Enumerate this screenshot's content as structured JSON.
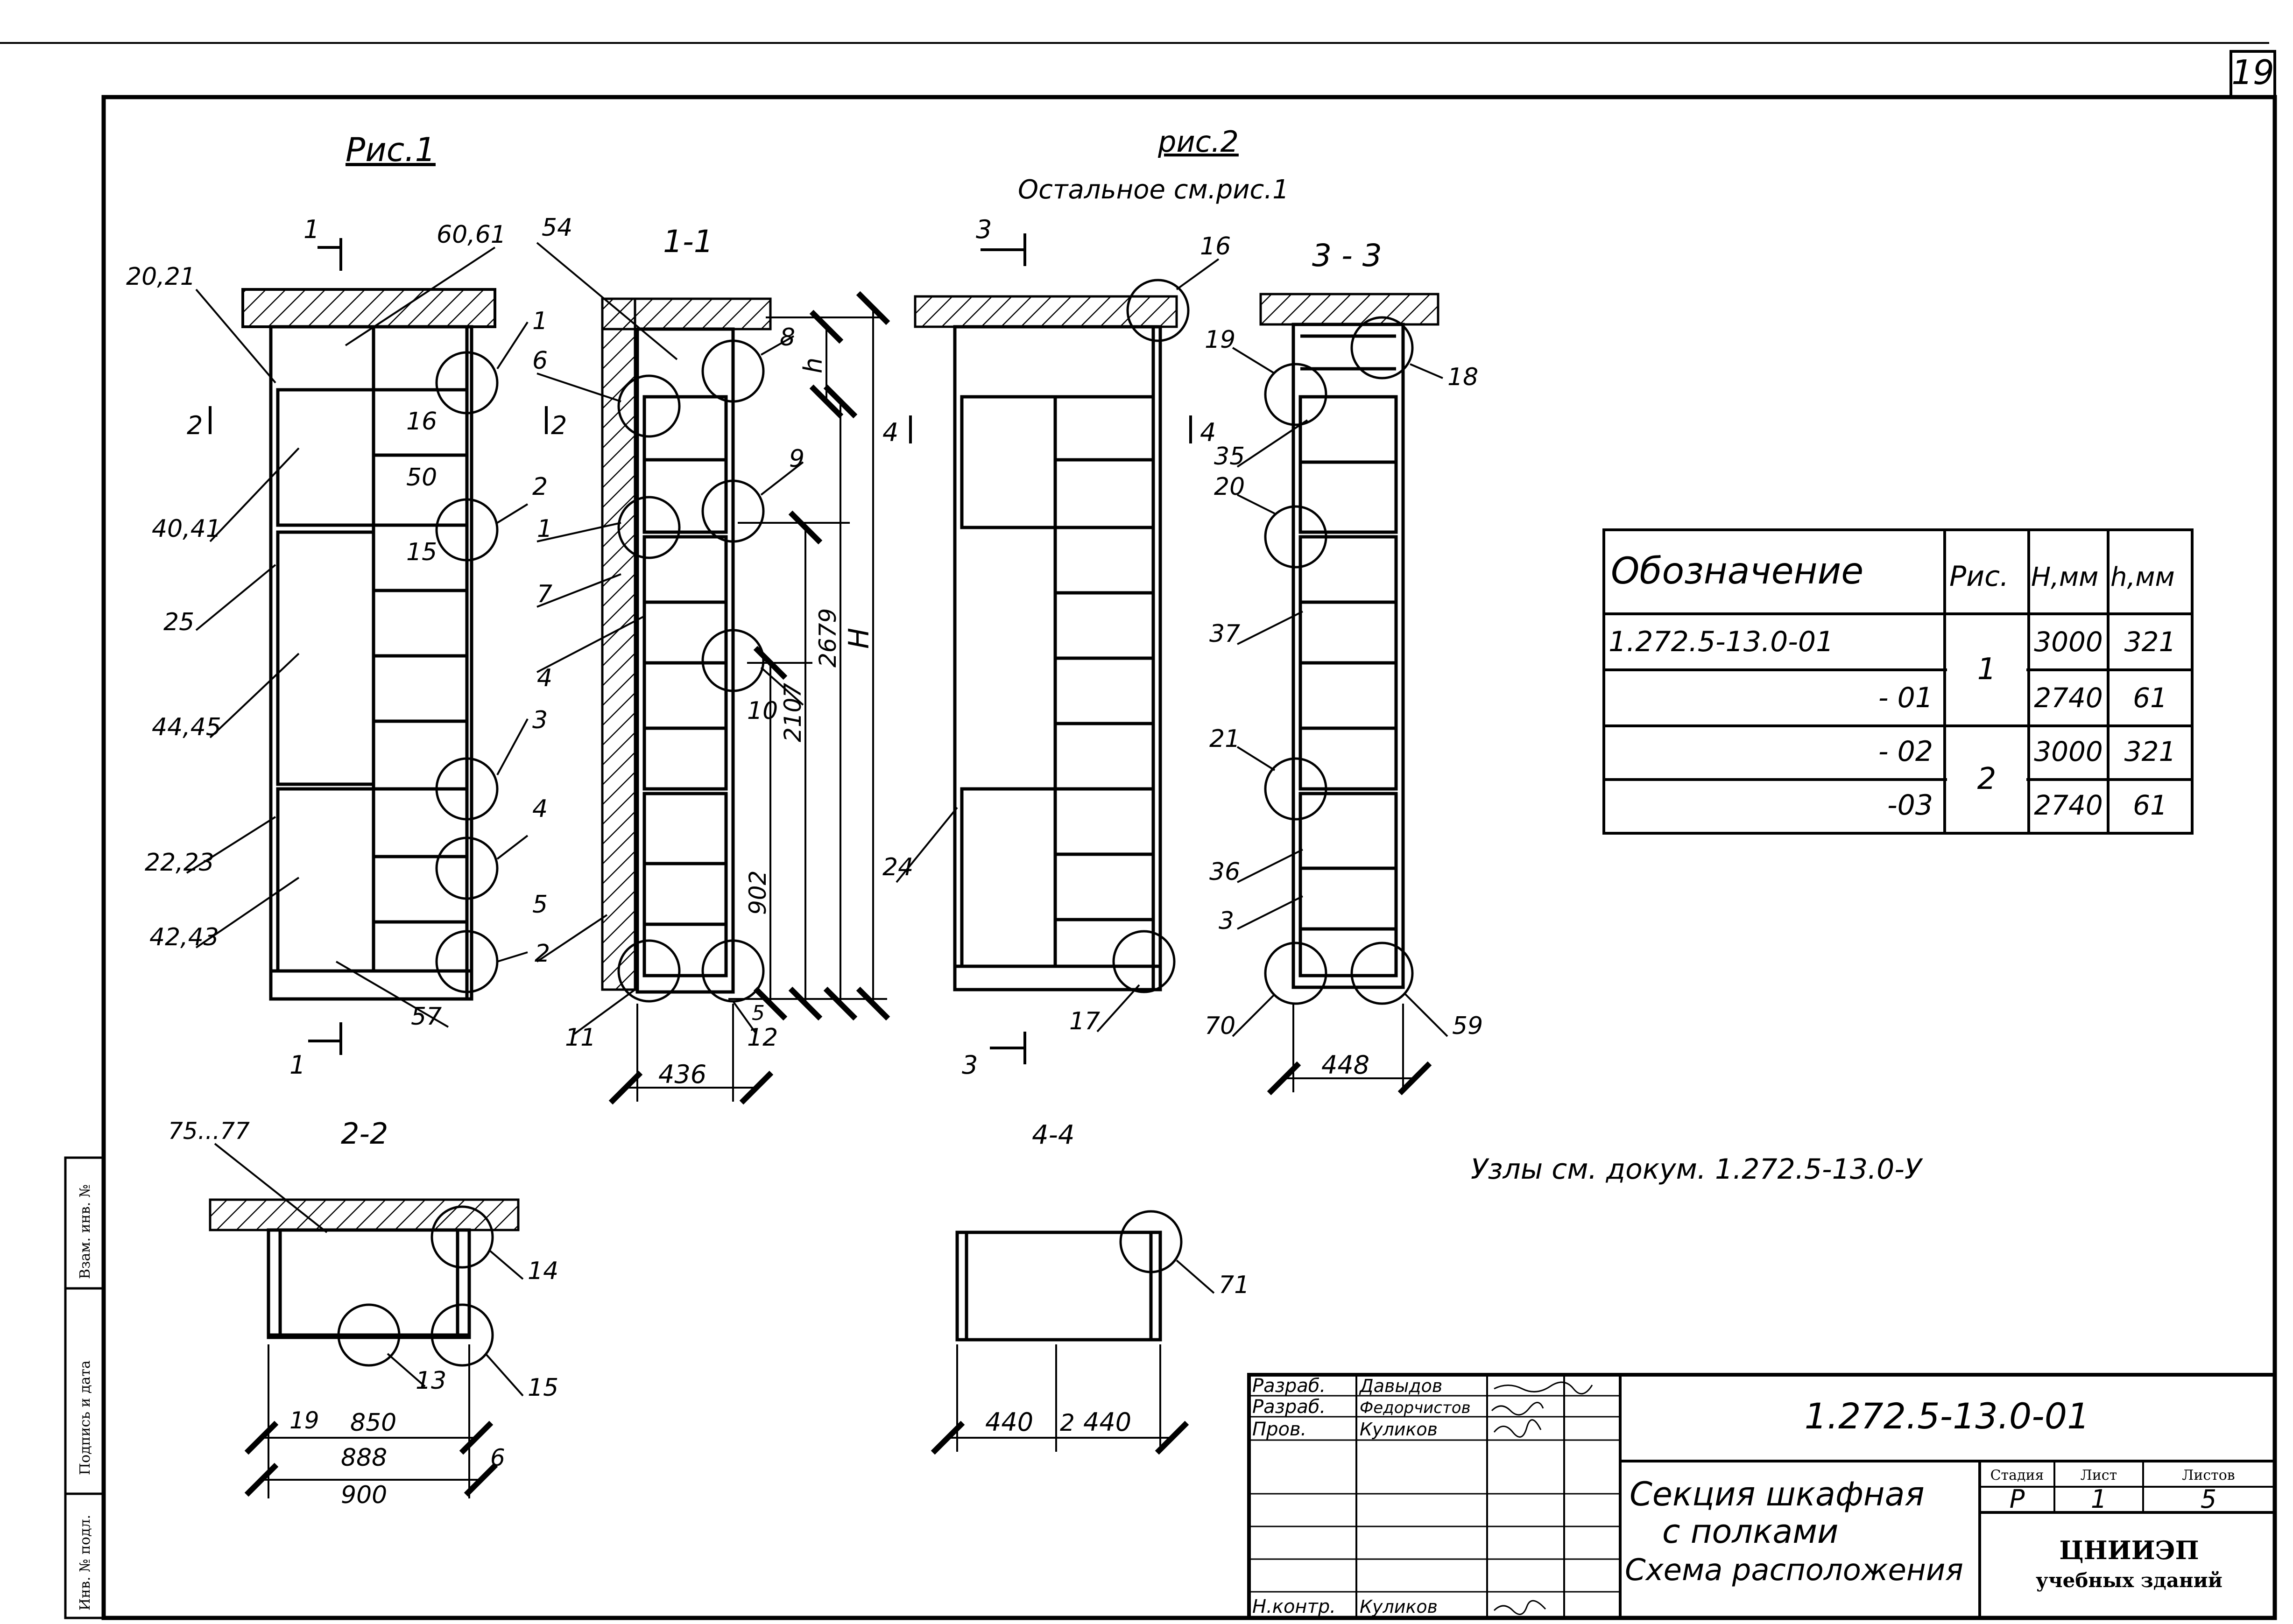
{
  "page_number": "19",
  "views": {
    "fig1": {
      "title": "Рис.1",
      "section_1_left": "1",
      "section_1_bottom": "1",
      "section_2_left": "2",
      "section_2_right": "2",
      "labels": {
        "l_20_21": "20,21",
        "l_60_61": "60,61",
        "l_40_41": "40,41",
        "l_25": "25",
        "l_44_45": "44,45",
        "l_22_23": "22,23",
        "l_42_43": "42,43",
        "l_57": "57",
        "l_16": "16",
        "l_50": "50",
        "l_15": "15",
        "l_1": "1",
        "l_2": "2",
        "l_3": "3",
        "l_4": "4",
        "l_5": "5"
      }
    },
    "sec11": {
      "title": "1-1",
      "labels": {
        "l_54": "54",
        "l_6": "6",
        "l_1": "1",
        "l_7": "7",
        "l_4": "4",
        "l_2": "2",
        "l_8": "8",
        "l_9": "9",
        "l_10": "10",
        "l_11": "11",
        "l_12": "12"
      },
      "dims": {
        "d_2679": "2679",
        "d_2107": "2107",
        "d_902": "902",
        "d_h": "h",
        "d_H": "H",
        "d_5": "5",
        "d_436": "436"
      }
    },
    "fig2": {
      "title": "рис.2",
      "subtitle": "Остальное см.рис.1",
      "section_3_top": "3",
      "section_3_bottom": "3",
      "section_4_left": "4",
      "section_4_right": "4",
      "labels": {
        "l_16": "16",
        "l_24": "24",
        "l_17": "17"
      }
    },
    "sec33": {
      "title": "3 - 3",
      "labels": {
        "l_19": "19",
        "l_18": "18",
        "l_35": "35",
        "l_20": "20",
        "l_37": "37",
        "l_21": "21",
        "l_36": "36",
        "l_3": "3",
        "l_70": "70",
        "l_59": "59"
      },
      "dims": {
        "d_448": "448"
      }
    },
    "sec22": {
      "title": "2-2",
      "labels": {
        "l_75_77": "75...77",
        "l_14": "14",
        "l_13": "13",
        "l_15": "15"
      },
      "dims": {
        "d_19": "19",
        "d_850": "850",
        "d_888": "888",
        "d_900": "900",
        "d_6": "6"
      }
    },
    "sec44": {
      "title": "4-4",
      "labels": {
        "l_71": "71"
      },
      "dims": {
        "d_440a": "440",
        "d_2": "2",
        "d_440b": "440"
      }
    }
  },
  "nodes_note": "Узлы см. докум. 1.272.5-13.0-У",
  "spec_table": {
    "headers": [
      "Обозначение",
      "Рис.",
      "H,мм",
      "h,мм"
    ],
    "rows": [
      {
        "designation": "1.272.5-13.0-01",
        "fig": "1",
        "H": "3000",
        "h": "321"
      },
      {
        "designation": "- 01",
        "fig": "",
        "H": "2740",
        "h": "61"
      },
      {
        "designation": "- 02",
        "fig": "2",
        "H": "3000",
        "h": "321"
      },
      {
        "designation": "-03",
        "fig": "",
        "H": "2740",
        "h": "61"
      }
    ]
  },
  "title_block": {
    "roles": [
      "Разраб.",
      "Разраб.",
      "Пров.",
      "",
      "",
      "",
      "Н.контр."
    ],
    "names": [
      "Давыдов",
      "Федорчистов",
      "Куликов",
      "",
      "",
      "",
      "Куликов"
    ],
    "doc_code": "1.272.5-13.0-01",
    "name_line1": "Секция шкафная",
    "name_line2": "с полками",
    "name_line3": "Схема расположения",
    "stage_header": "Стадия",
    "sheet_header": "Лист",
    "sheets_header": "Листов",
    "stage": "Р",
    "sheet": "1",
    "sheets": "5",
    "org_line1": "ЦНИИЭП",
    "org_line2": "учебных зданий"
  },
  "margin_stamp": {
    "inv_no_sub": "Инв. № подл.",
    "sign_date": "Подпись и дата",
    "inv_no_replace": "Взам. инв. №"
  }
}
